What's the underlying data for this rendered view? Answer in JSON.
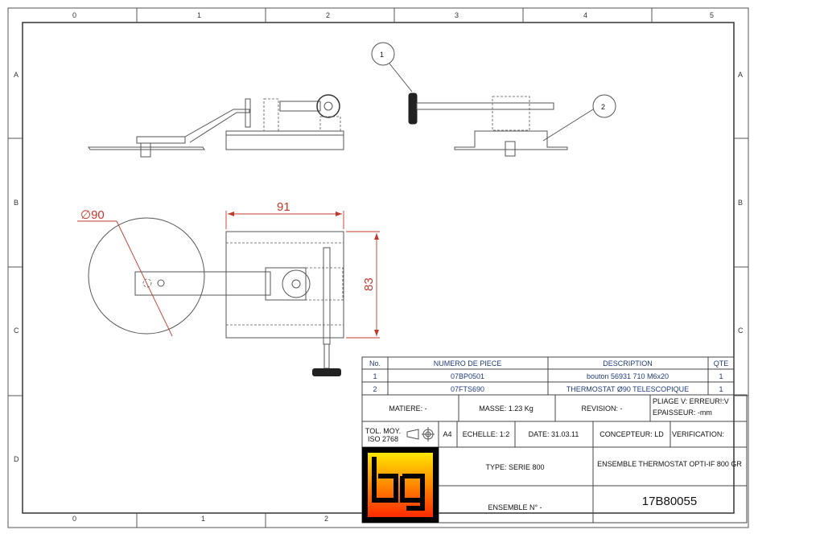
{
  "frame": {
    "columns": [
      "0",
      "1",
      "2",
      "3",
      "4",
      "5"
    ],
    "bottom_columns": [
      "0",
      "1",
      "2"
    ],
    "rows": [
      "A",
      "B",
      "C",
      "D"
    ]
  },
  "drawing": {
    "balloons": [
      "1",
      "2"
    ],
    "dimensions": {
      "diameter": "∅90",
      "width": "91",
      "height": "83"
    }
  },
  "bom": {
    "headers": {
      "no": "No.",
      "part": "NUMERO DE PIECE",
      "desc": "DESCRIPTION",
      "qty": "QTE"
    },
    "rows": [
      {
        "no": "1",
        "part": "07BP0501",
        "desc": "bouton 56931 710 M6x20",
        "qty": "1"
      },
      {
        "no": "2",
        "part": "07FTS690",
        "desc": "THERMOSTAT Ø90 TELESCOPIQUE",
        "qty": "1"
      }
    ]
  },
  "title_block": {
    "matiere": "MATIERE: -",
    "masse": "MASSE: 1.23 Kg",
    "revision": "REVISION: -",
    "pliage": "PLIAGE V: ERREUR!:V",
    "epaisseur": "EPAISSEUR: -mm",
    "tol1": "TOL. MOY.",
    "tol2": "ISO 2768",
    "format": "A4",
    "echelle": "ECHELLE: 1:2",
    "date": "DATE: 31.03.11",
    "concepteur": "CONCEPTEUR: LD",
    "verification": "VERIFICATION:",
    "type": "TYPE: SERIE 800",
    "title": "ENSEMBLE THERMOSTAT OPTI-IF 800 GR",
    "ensemble": "ENSEMBLE N° -",
    "drawing_number": "17B80055",
    "logo_text": "bg"
  },
  "colors": {
    "dimension": "#c0392b",
    "table_text": "#1f3a7a",
    "logo_top": "#ffe600",
    "logo_bottom": "#ff2a00"
  }
}
